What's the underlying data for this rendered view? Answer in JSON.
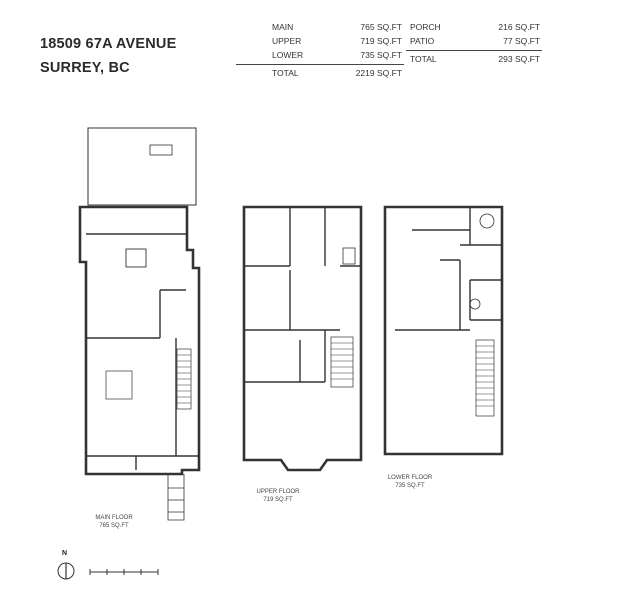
{
  "address": {
    "line1": "18509 67A AVENUE",
    "line2": "SURREY, BC"
  },
  "areas_left": [
    {
      "label": "MAIN",
      "value": "765 SQ.FT"
    },
    {
      "label": "UPPER",
      "value": "719 SQ.FT"
    },
    {
      "label": "LOWER",
      "value": "735 SQ.FT"
    }
  ],
  "total_left": {
    "label": "TOTAL",
    "value": "2219 SQ.FT"
  },
  "areas_right": [
    {
      "label": "PORCH",
      "value": "216 SQ.FT"
    },
    {
      "label": "PATIO",
      "value": "77 SQ.FT"
    }
  ],
  "total_right": {
    "label": "TOTAL",
    "value": "293 SQ.FT"
  },
  "floors": {
    "main": {
      "name": "MAIN FLOOR",
      "area": "765 SQ.FT"
    },
    "upper": {
      "name": "UPPER FLOOR",
      "area": "719 SQ.FT"
    },
    "lower": {
      "name": "LOWER FLOOR",
      "area": "735 SQ.FT"
    }
  },
  "compass": {
    "label": "N"
  }
}
